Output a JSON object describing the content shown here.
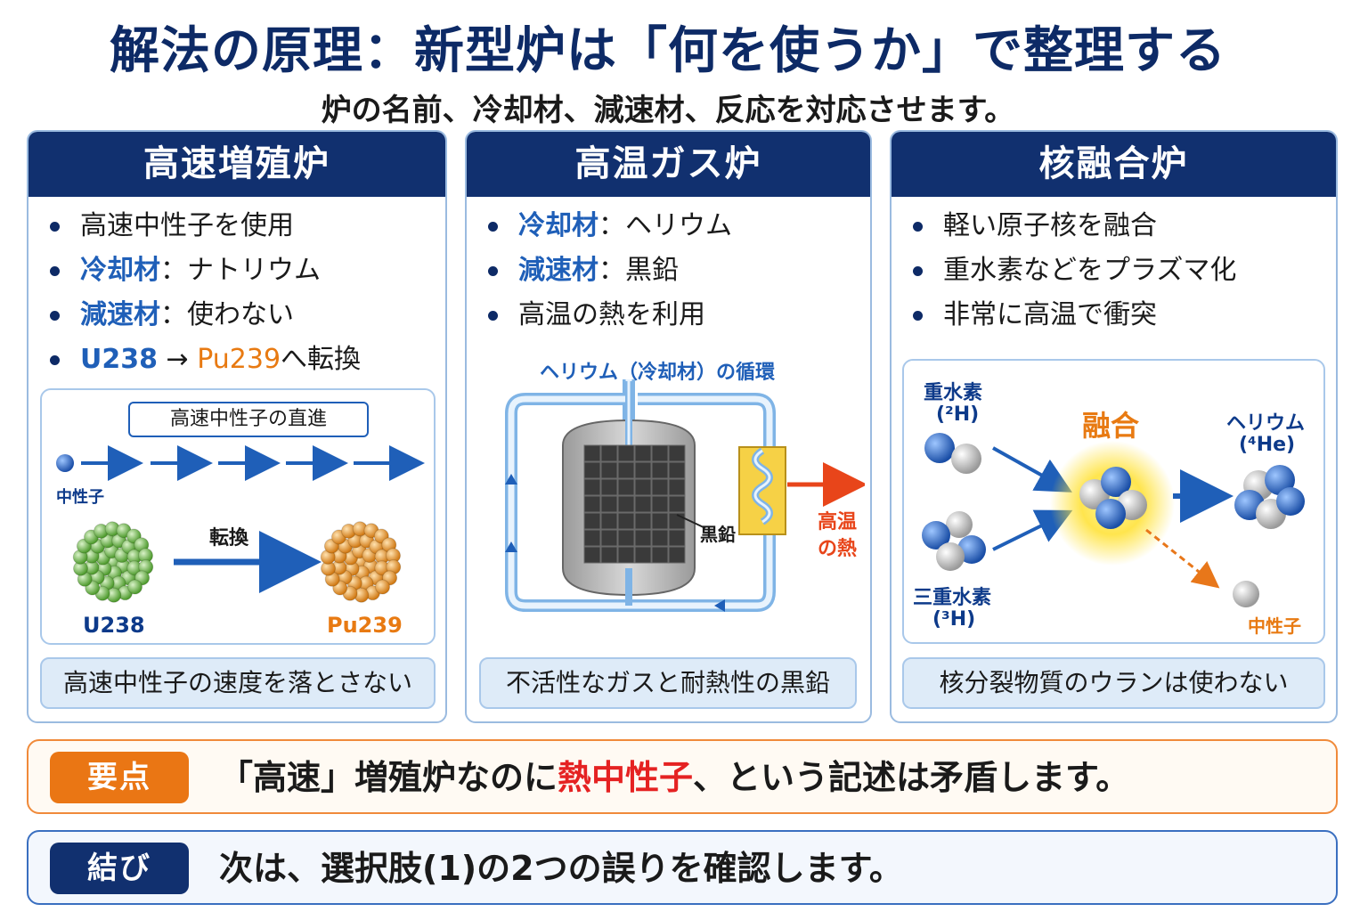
{
  "title": "解法の原理：新型炉は「何を使うか」で整理する",
  "subtitle": "炉の名前、冷却材、減速材、反応を対応させます。",
  "cards": [
    {
      "heading": "高速増殖炉",
      "bullets": [
        {
          "plain": "高速中性子を使用"
        },
        {
          "key": "冷却材",
          "sep": "：",
          "value": "ナトリウム"
        },
        {
          "key": "減速材",
          "sep": "：",
          "value": "使わない"
        },
        {
          "from": "U238",
          "arrow": " → ",
          "to": "Pu239",
          "suffix": "へ転換"
        }
      ],
      "diagram": {
        "label_box": "高速中性子の直進",
        "neutron_label": "中性子",
        "conversion_label": "転換",
        "from_label": "U238",
        "to_label": "Pu239"
      },
      "footer": "高速中性子の速度を落とさない"
    },
    {
      "heading": "高温ガス炉",
      "bullets": [
        {
          "key": "冷却材",
          "sep": "：",
          "value": "ヘリウム"
        },
        {
          "key": "減速材",
          "sep": "：",
          "value": "黒鉛"
        },
        {
          "plain": "高温の熱を利用"
        }
      ],
      "diagram": {
        "circulation_label": "ヘリウム（冷却材）の循環",
        "graphite_label": "黒鉛",
        "heat_label_1": "高温",
        "heat_label_2": "の熱"
      },
      "footer": "不活性なガスと耐熱性の黒鉛"
    },
    {
      "heading": "核融合炉",
      "bullets": [
        {
          "plain": "軽い原子核を融合"
        },
        {
          "plain": "重水素などをプラズマ化"
        },
        {
          "plain": "非常に高温で衝突"
        }
      ],
      "diagram": {
        "deuterium_label": "重水素",
        "deuterium_symbol": "(²H)",
        "tritium_label": "三重水素",
        "tritium_symbol": "(³H)",
        "fusion_label": "融合",
        "helium_label": "ヘリウム",
        "helium_symbol": "(⁴He)",
        "neutron_label": "中性子"
      },
      "footer": "核分裂物質のウランは使わない"
    }
  ],
  "key_point": {
    "tag": "要点",
    "text_before": "「高速」増殖炉なのに",
    "text_highlight": "熱中性子",
    "text_after": "、という記述は矛盾します。"
  },
  "conclusion": {
    "tag": "結び",
    "text": "次は、選択肢(1)の2つの誤りを確認します。"
  },
  "colors": {
    "navy": "#11306f",
    "keyword_blue": "#1f5fb8",
    "accent_orange": "#e87a12",
    "highlight_red": "#e52222",
    "box_border": "#a9c8ea"
  }
}
